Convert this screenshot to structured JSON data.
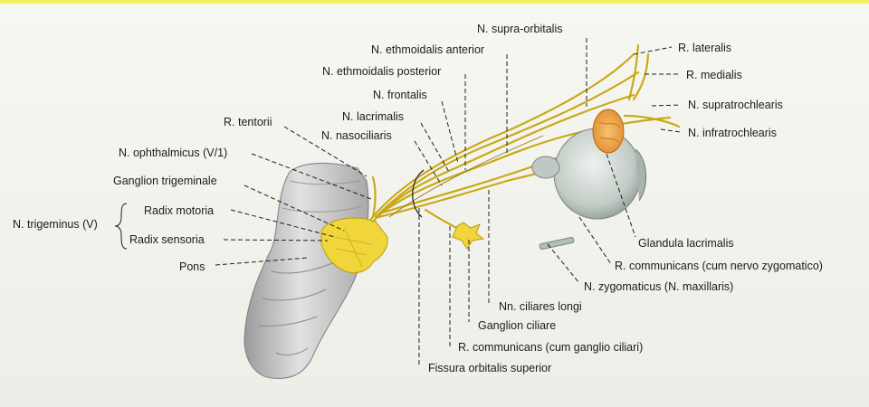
{
  "labels": {
    "supra_orbitalis": "N. supra-orbitalis",
    "ethmoidalis_anterior": "N. ethmoidalis anterior",
    "ethmoidalis_posterior": "N. ethmoidalis posterior",
    "frontalis": "N. frontalis",
    "lacrimalis": "N. lacrimalis",
    "nasociliaris": "N. nasociliaris",
    "tentorii": "R. tentorii",
    "ophthalmicus": "N. ophthalmicus (V/1)",
    "ganglion_trigeminale": "Ganglion trigeminale",
    "trigeminus": "N. trigeminus (V)",
    "radix_motoria": "Radix motoria",
    "radix_sensoria": "Radix sensoria",
    "pons": "Pons",
    "r_lateralis": "R. lateralis",
    "r_medialis": "R. medialis",
    "supratrochlearis": "N. supratrochlearis",
    "infratrochlearis": "N. infratrochlearis",
    "glandula_lacrimalis": "Glandula lacrimalis",
    "r_communicans_zygomatico": "R. communicans (cum nervo zygomatico)",
    "zygomaticus": "N. zygomaticus (N. maxillaris)",
    "ciliares_longi": "Nn. ciliares longi",
    "ganglion_ciliare": "Ganglion ciliare",
    "r_communicans_ciliari": "R. communicans (cum ganglio ciliari)",
    "fissura": "Fissura orbitalis superior"
  },
  "colors": {
    "nerve": "#c9a918",
    "ganglion": "#f0d63a",
    "brainstem": "#c9c9c9",
    "eyeball": "#bfc8c2",
    "gland": "#f2a64a",
    "leader": "#1e1e1e"
  }
}
